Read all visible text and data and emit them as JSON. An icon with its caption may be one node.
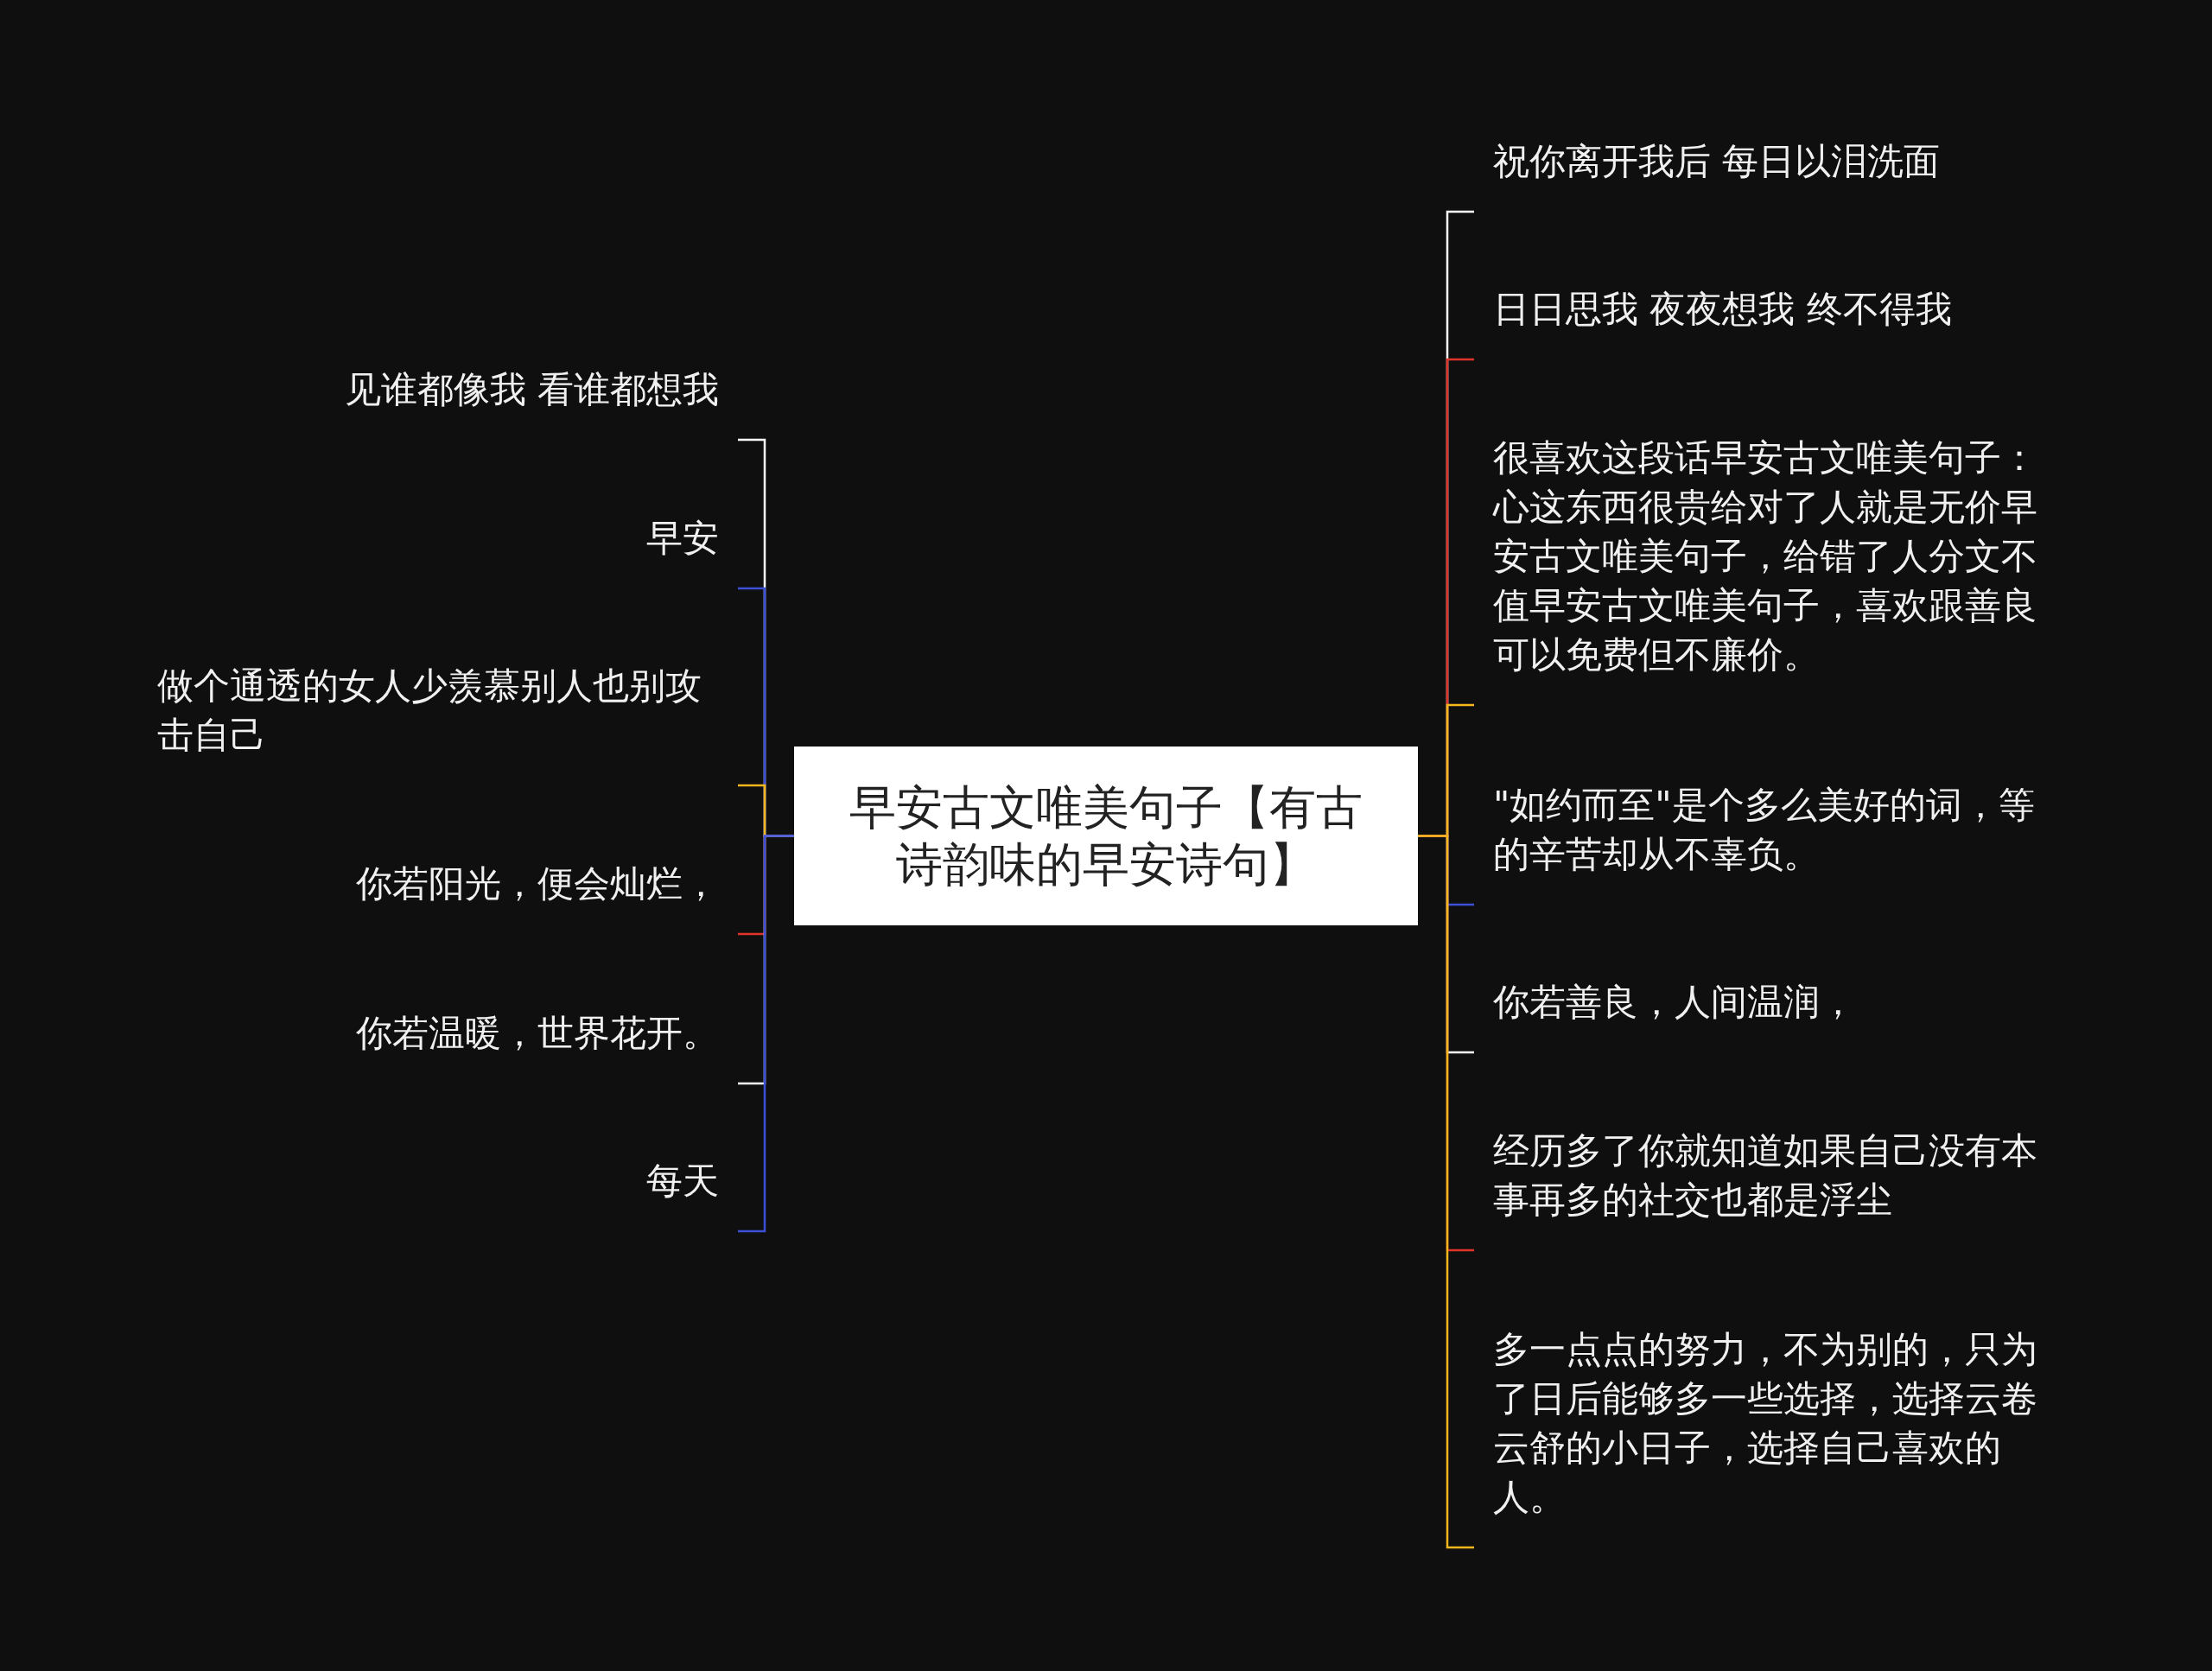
{
  "diagram": {
    "nodes": [
      {
        "text": [
          "早安古文唯美句子【有古诗韵味的早安诗句】"
        ]
      },
      {
        "text": [
          "见谁都像我 看谁都想我"
        ]
      },
      {
        "text": [
          "早安"
        ]
      },
      {
        "text": [
          "做个通透的女人少羡慕别人也别攻击自己"
        ]
      },
      {
        "text": [
          "你若阳光，便会灿烂，"
        ]
      },
      {
        "text": [
          "你若温暖，世界花开。"
        ]
      },
      {
        "text": [
          "每天"
        ]
      },
      {
        "text": [
          "祝你离开我后 每日以泪洗面"
        ]
      },
      {
        "text": [
          "日日思我 夜夜想我 终不得我"
        ]
      },
      {
        "text": [
          "很喜欢这段话早安古文唯美句子：心这东西很贵给对了人就是无价早安古文唯美句子，给错了人分文不值早安古文唯美句子，喜欢跟善良可以免费但不廉价。"
        ]
      },
      {
        "text": [
          "\"如约而至\"是个多么美好的词，等的辛苦却从不辜负。"
        ]
      },
      {
        "text": [
          "你若善良，人间温润，"
        ]
      },
      {
        "text": [
          "经历多了你就知道如果自己没有本事再多的社交也都是浮尘"
        ]
      },
      {
        "text": [
          "多一点点的努力，不为别的，只为了日后能够多一些选择，选择云卷云舒的小日子，选择自己喜欢的人。"
        ]
      }
    ],
    "edges": [
      {
        "from": 0,
        "to": 1,
        "arrow": "none",
        "color": "#ffffff"
      },
      {
        "from": 0,
        "to": 2,
        "arrow": "none",
        "color": "#3b4fd8"
      },
      {
        "from": 0,
        "to": 3,
        "arrow": "none",
        "color": "#f5b71c"
      },
      {
        "from": 0,
        "to": 4,
        "arrow": "none",
        "color": "#e0342a"
      },
      {
        "from": 0,
        "to": 5,
        "arrow": "none",
        "color": "#ffffff"
      },
      {
        "from": 0,
        "to": 6,
        "arrow": "none",
        "color": "#3b4fd8"
      },
      {
        "from": 0,
        "to": 7,
        "arrow": "none",
        "color": "#ffffff"
      },
      {
        "from": 0,
        "to": 8,
        "arrow": "none",
        "color": "#e0342a"
      },
      {
        "from": 0,
        "to": 9,
        "arrow": "none",
        "color": "#f5b71c"
      },
      {
        "from": 0,
        "to": 10,
        "arrow": "none",
        "color": "#3b4fd8"
      },
      {
        "from": 0,
        "to": 11,
        "arrow": "none",
        "color": "#ffffff"
      },
      {
        "from": 0,
        "to": 12,
        "arrow": "none",
        "color": "#e0342a"
      },
      {
        "from": 0,
        "to": 13,
        "arrow": "none",
        "color": "#f5b71c"
      }
    ]
  }
}
